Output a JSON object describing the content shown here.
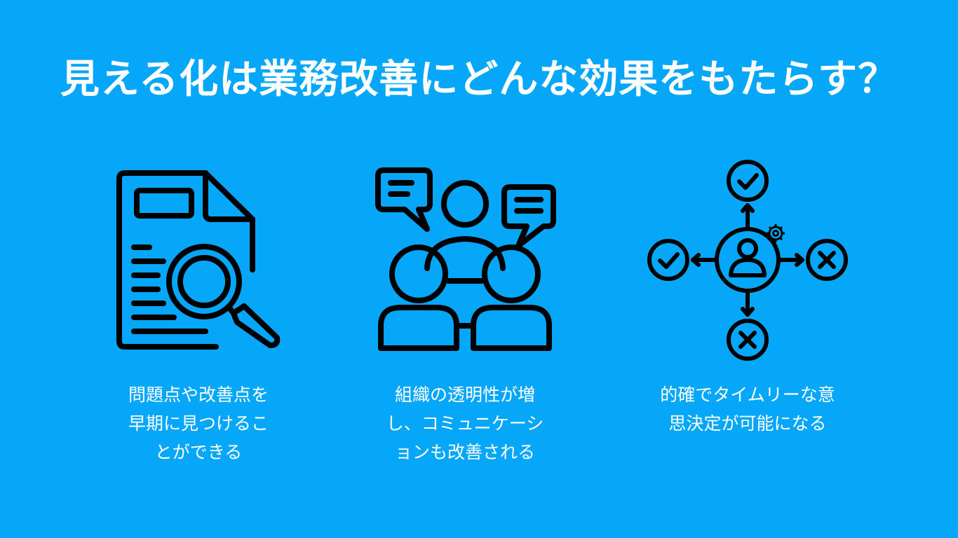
{
  "title": "見える化は業務改善にどんな効果をもたらす？",
  "colors": {
    "background": "#06a6f8",
    "text": "#ffffff",
    "icon_stroke": "#000000"
  },
  "benefits": [
    {
      "icon": "document-magnifier-icon",
      "caption": "問題点や改善点を\n早期に見つけるこ\nとができる"
    },
    {
      "icon": "team-discussion-icon",
      "caption": "組織の透明性が増\nし、コミュニケーシ\nョンも改善される"
    },
    {
      "icon": "decision-making-icon",
      "caption": "的確でタイムリーな意\n思決定が可能になる"
    }
  ]
}
